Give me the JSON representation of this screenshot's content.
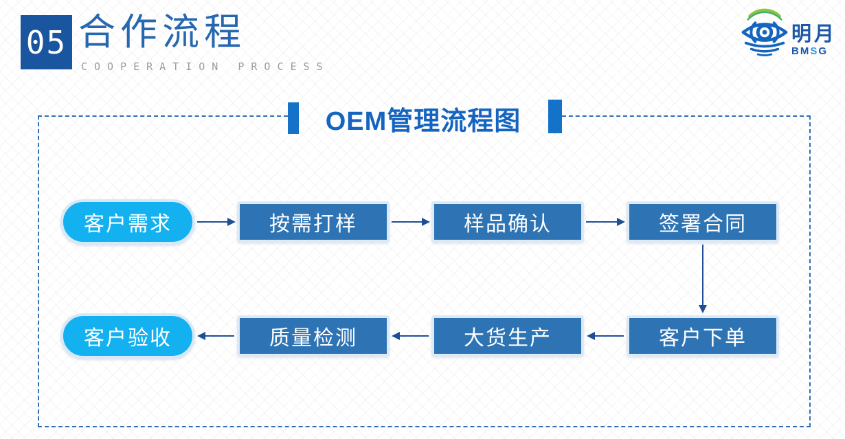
{
  "header": {
    "section_number": "05",
    "title": "合作流程",
    "subtitle": "COOPERATION PROCESS"
  },
  "logo": {
    "name": "明月",
    "abbr_bm": "BM",
    "abbr_s": "S",
    "abbr_g": "G"
  },
  "diagram": {
    "title": "OEM管理流程图",
    "row1": [
      {
        "label": "客户需求",
        "shape": "pill"
      },
      {
        "label": "按需打样",
        "shape": "rect"
      },
      {
        "label": "样品确认",
        "shape": "rect"
      },
      {
        "label": "签署合同",
        "shape": "rect"
      }
    ],
    "row2": [
      {
        "label": "客户验收",
        "shape": "pill"
      },
      {
        "label": "质量检测",
        "shape": "rect"
      },
      {
        "label": "大货生产",
        "shape": "rect"
      },
      {
        "label": "客户下单",
        "shape": "rect"
      }
    ],
    "connections": [
      [
        "客户需求",
        "按需打样"
      ],
      [
        "按需打样",
        "样品确认"
      ],
      [
        "样品确认",
        "签署合同"
      ],
      [
        "签署合同",
        "客户下单"
      ],
      [
        "客户下单",
        "大货生产"
      ],
      [
        "大货生产",
        "质量检测"
      ],
      [
        "质量检测",
        "客户验收"
      ]
    ]
  },
  "colors": {
    "rect_fill": "#2e74b5",
    "rect_border": "#dce9f7",
    "pill_fill": "#13b1f0",
    "pill_border": "#d9e8f6",
    "arrow": "#1f4e96",
    "dashed_frame": "#2f6eb5",
    "title_blue": "#1565c0",
    "title_bar": "#1472c8",
    "badge_blue": "#1a55a0",
    "header_title_blue": "#2767b1",
    "subtitle_gray": "#9b9b9b",
    "logo_blue": "#1d56a8",
    "logo_green": "#8cc63e"
  }
}
